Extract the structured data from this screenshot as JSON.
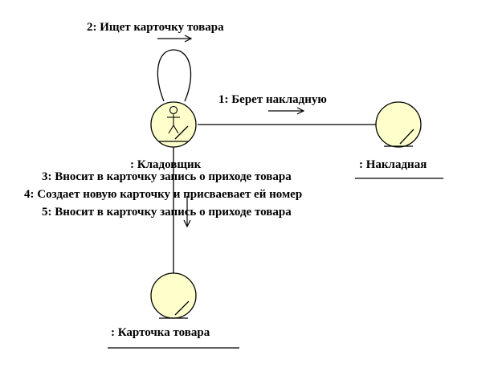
{
  "diagram": {
    "messages": [
      {
        "number": "1",
        "text": "1: Берет накладную"
      },
      {
        "number": "2",
        "text": "2: Ищет карточку товара"
      },
      {
        "number": "3",
        "text": "3: Вносит в карточку запись о приходе товара"
      },
      {
        "number": "4",
        "text": "4: Создает новую карточку и присваевает ей номер"
      },
      {
        "number": "5",
        "text": "5: Вносит в карточку запись о приходе товара"
      }
    ],
    "objects": [
      {
        "id": "storekeeper",
        "label": ": Кладовщик",
        "kind": "actor"
      },
      {
        "id": "invoice",
        "label": ": Накладная",
        "kind": "entity"
      },
      {
        "id": "card",
        "label": ": Карточка товара",
        "kind": "entity"
      }
    ],
    "colors": {
      "object_fill": "#ffffcc",
      "line": "#000000",
      "text": "#000000"
    }
  }
}
